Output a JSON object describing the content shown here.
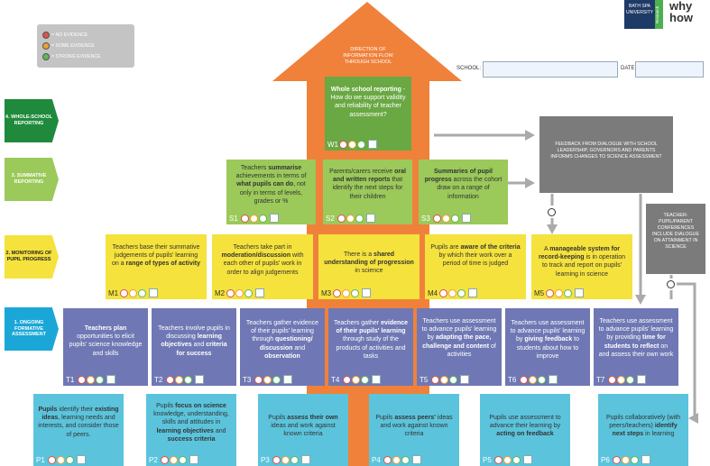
{
  "legend": [
    {
      "label": "= NO EVIDENCE",
      "color": "#d9534f"
    },
    {
      "label": "= SOME EVIDENCE",
      "color": "#f0a030"
    },
    {
      "label": "= STRONG EVIDENCE",
      "color": "#5cb85c"
    }
  ],
  "logos": {
    "bath_spa": "BATH SPA UNIVERSITY",
    "research": "Research",
    "why_how": "why how"
  },
  "form": {
    "school_label": "SCHOOL:",
    "date_label": "DATE:",
    "school_value": "",
    "date_value": ""
  },
  "arrow_title": "DIRECTION OF INFORMATION FLOW THROUGH SCHOOL",
  "levels": {
    "l4": "4. WHOLE-SCHOOL REPORTING",
    "l3": "3. SUMMATIVE REPORTING",
    "l2": "2. MONITORING OF PUPIL PROGRESS",
    "l1": "1. ONGOING FORMATIVE ASSESSMENT"
  },
  "side": {
    "feedback": "FEEDBACK FROM DIALOGUE WITH SCHOOL LEADERSHIP, GOVERNORS AND PARENTS INFORMS CHANGES TO SCIENCE ASSESSMENT",
    "conferences": "TEACHER-PUPIL/PARENT CONFERENCES INCLUDE DIALOGUE ON ATTAINMENT IN SCIENCE"
  },
  "boxes": {
    "W1": {
      "code": "W1",
      "b1": "Whole school reporting",
      "t1": " - How do we support validity and reliability of teacher assessment?"
    },
    "S1": {
      "code": "S1",
      "t1": "Teachers ",
      "b1": "summarise",
      "t2": " achievements in terms of ",
      "b2": "what pupils can do",
      "t3": ", not only in terms of levels, grades or %"
    },
    "S2": {
      "code": "S2",
      "t1": "Parents/carers receive ",
      "b1": "oral and written reports",
      "t2": " that identify the next steps for their children"
    },
    "S3": {
      "code": "S3",
      "b1": "Summaries of pupil progress",
      "t1": " across the cohort draw on a range of information"
    },
    "M1": {
      "code": "M1",
      "t1": "Teachers base their summative judgements of pupils' learning on a ",
      "b1": "range of types of activity"
    },
    "M2": {
      "code": "M2",
      "t1": "Teachers take part in ",
      "b1": "moderation/discussion",
      "t2": " with each other of pupils' work in order to align judgements"
    },
    "M3": {
      "code": "M3",
      "t1": "There is a ",
      "b1": "shared understanding of progression",
      "t2": " in science"
    },
    "M4": {
      "code": "M4",
      "t1": "Pupils are ",
      "b1": "aware of the criteria",
      "t2": " by which their work over a period of time is judged"
    },
    "M5": {
      "code": "M5",
      "t1": "A ",
      "b1": "manageable system for record-keeping",
      "t2": " is in operation to track and report on pupils' learning in science"
    },
    "T1": {
      "code": "T1",
      "b1": "Teachers plan",
      "t1": " opportunities to elicit pupils' science knowledge and skills"
    },
    "T2": {
      "code": "T2",
      "t1": "Teachers involve pupils in discussing ",
      "b1": "learning objectives",
      "t2": " and ",
      "b2": "criteria for success"
    },
    "T3": {
      "code": "T3",
      "t1": "Teachers gather evidence of their pupils' learning through ",
      "b1": "questioning/ discussion",
      "t2": " and ",
      "b2": "observation"
    },
    "T4": {
      "code": "T4",
      "t1": "Teachers gather ",
      "b1": "evidence of their pupils' learning",
      "t2": " through study of the products of activities and tasks"
    },
    "T5": {
      "code": "T5",
      "t1": "Teachers use assessment to advance pupils' learning by ",
      "b1": "adapting the pace, challenge and content",
      "t2": " of activities"
    },
    "T6": {
      "code": "T6",
      "t1": "Teachers use assessment to advance pupils' learning by ",
      "b1": "giving feedback",
      "t2": " to students about how to improve"
    },
    "T7": {
      "code": "T7",
      "t1": "Teachers use assessment to advance pupils' learning by providing ",
      "b1": "time for students to reflect",
      "t2": " on and assess their own work"
    },
    "P1": {
      "code": "P1",
      "b1": "Pupils",
      "t1": " identify their ",
      "b2": "existing ideas",
      "t2": ", learning needs and interests, and consider those of peers."
    },
    "P2": {
      "code": "P2",
      "t1": "Pupils ",
      "b1": "focus on science",
      "t2": " knowledge, understanding, skills and attitudes in ",
      "b2": "learning objectives",
      "t3": " and ",
      "b3": "success criteria"
    },
    "P3": {
      "code": "P3",
      "t1": "Pupils ",
      "b1": "assess their own",
      "t2": " ideas and work against known criteria"
    },
    "P4": {
      "code": "P4",
      "t1": "Pupils ",
      "b1": "assess peers'",
      "t2": " ideas and work against known criteria"
    },
    "P5": {
      "code": "P5",
      "t1": "Pupils use assessment to advance their learning by ",
      "b1": "acting on feedback"
    },
    "P6": {
      "code": "P6",
      "t1": "Pupils collaboratively (with peers/teachers) ",
      "b1": "identify next steps",
      "t2": " in learning"
    }
  }
}
